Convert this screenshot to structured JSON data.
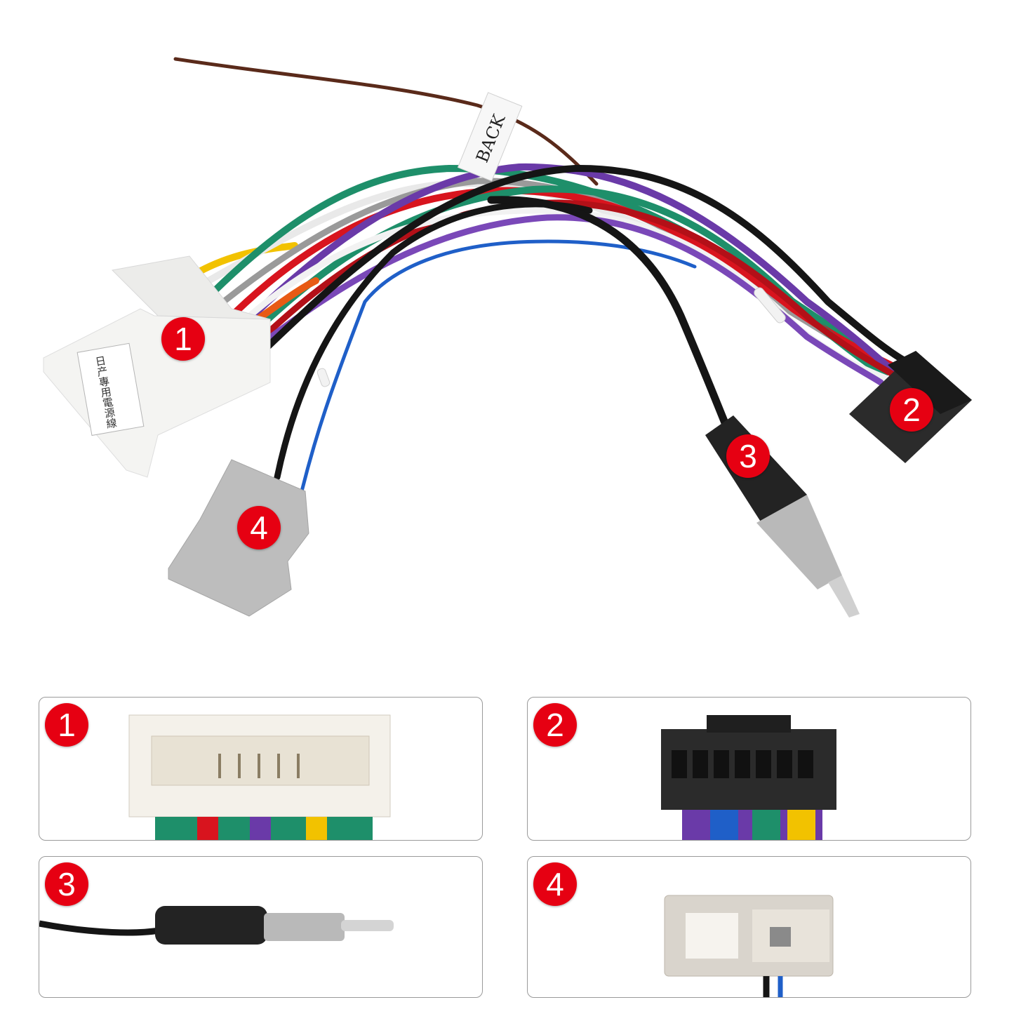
{
  "product": {
    "back_tag": "BACK",
    "connector_label_text": "日产專用電源線"
  },
  "callouts": [
    {
      "id": "1",
      "label": "1"
    },
    {
      "id": "2",
      "label": "2"
    },
    {
      "id": "3",
      "label": "3"
    },
    {
      "id": "4",
      "label": "4"
    }
  ],
  "detail_panels": [
    {
      "label": "1",
      "icon": "white-20pin-connector-closeup"
    },
    {
      "label": "2",
      "icon": "black-16pin-connector-closeup"
    },
    {
      "label": "3",
      "icon": "antenna-plug-closeup"
    },
    {
      "label": "4",
      "icon": "grey-antenna-socket-closeup"
    }
  ],
  "colors": {
    "badge": "#e60012",
    "panel_border": "#9a9a9a",
    "white_connector": "#f4f4f2",
    "black_connector": "#2b2b2b",
    "grey_connector": "#bdbdbd",
    "wire_yellow": "#f2c200",
    "wire_green": "#1e8f6a",
    "wire_red": "#d8141e",
    "wire_purple": "#6a3aa8",
    "wire_blue": "#1f5fc8",
    "wire_black": "#151515",
    "wire_brown": "#5a2a1a",
    "wire_orange": "#e85a14",
    "wire_grey": "#9a9a9a"
  }
}
